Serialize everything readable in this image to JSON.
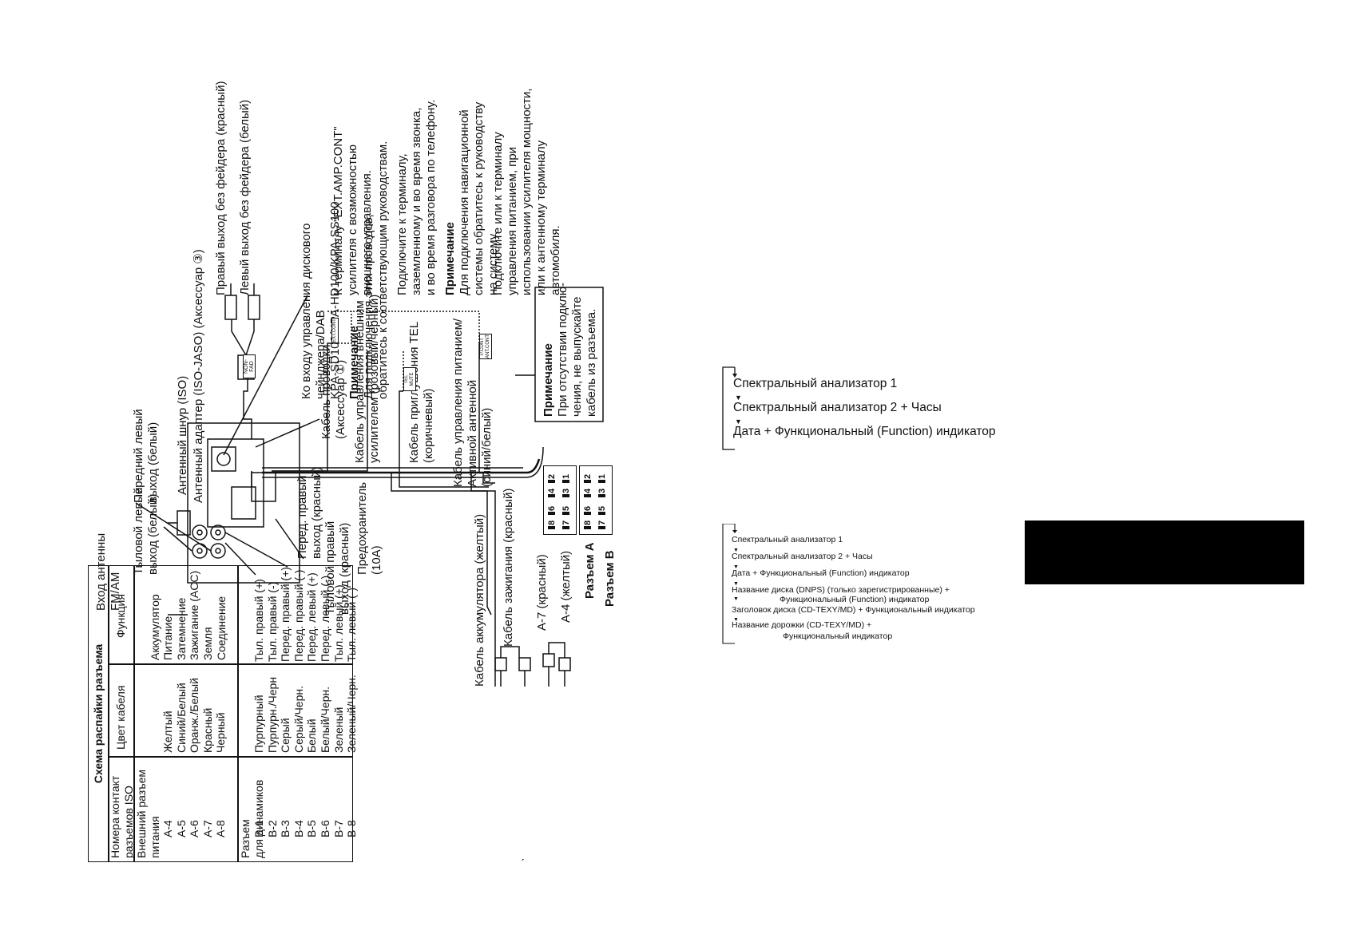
{
  "pinout": {
    "title": "Схема распайки разъема",
    "header": {
      "pin": [
        "Номера контакт",
        "разъемов ISO"
      ],
      "color": "Цвет кабеля",
      "function": "Функция"
    },
    "group_a": [
      "Внешний разъем",
      "питания"
    ],
    "rows_a": [
      {
        "pin": "A-4",
        "color": "Желтый",
        "function": "Аккумулятор"
      },
      {
        "pin": "A-5",
        "color": "Синий/Белый",
        "function": "Питание"
      },
      {
        "pin": "A-6",
        "color": "Оранж./Белый",
        "function": "Затемнение"
      },
      {
        "pin": "A-7",
        "color": "Красный",
        "function": "Зажигание (ACC)"
      },
      {
        "pin": "A-8",
        "color": "Черный",
        "function": "Земля"
      },
      {
        "pin": "",
        "color": "",
        "function": "Соединение"
      }
    ],
    "group_b": [
      "Разъем",
      "для динамиков"
    ],
    "rows_b": [
      {
        "pin": "B-1",
        "color": "Пурпурный",
        "function": "Тыл. правый (+)"
      },
      {
        "pin": "B-2",
        "color": "Пурпурн./Черн",
        "function": "Тыл. правый (-)"
      },
      {
        "pin": "B-3",
        "color": "Серый",
        "function": "Перед. правый (+)"
      },
      {
        "pin": "B-4",
        "color": "Серый/Черн.",
        "function": "Перед. правый (-)"
      },
      {
        "pin": "B-5",
        "color": "Белый",
        "function": "Перед. левый (+)"
      },
      {
        "pin": "B-6",
        "color": "Белый/Черн.",
        "function": "Перед. левый (-)"
      },
      {
        "pin": "B-7",
        "color": "Зеленый",
        "function": "Тыл. левый (+)"
      },
      {
        "pin": "B-8",
        "color": "Зеленый/Черн.",
        "function": "Тыл. левый (-)"
      }
    ]
  },
  "diagram": {
    "antenna_input": [
      "Вход антенны",
      "FM/AM"
    ],
    "antenna_cord": "Антенный шнур (ISO)",
    "antenna_adapter": "Антенный адаптер (ISO-JASO) (Аксессуар ③)",
    "rear_left": [
      "Тыловой левый",
      "выход (белый)"
    ],
    "front_left": [
      "Передний левый",
      "выход (белый)"
    ],
    "non_fad_tag": "NON-FAD",
    "non_fad_right": "Правый выход без фейдера (красный)",
    "non_fad_left": "Левый выход без фейдера (белый)",
    "changer": [
      "Ко входу управления дискового",
      "чейнджера/DAB",
      "KPA-SD100/KPA-HD100/KPA-SS100"
    ],
    "note1_title": "Примечание",
    "note1": [
      "Для подключения этих проводов,",
      "обратитесь к соответствующим руководствам."
    ],
    "front_right": [
      "Перед. правый",
      "выход (красный)"
    ],
    "rear_right": [
      "Тыловой правый",
      "выход (красный)"
    ],
    "harness": [
      "Кабель проводки",
      "(Аксессуар ①)"
    ],
    "fuse": [
      "Предохранитель",
      "(10A)"
    ],
    "ext_amp_cable": [
      "Кабель управления внешним",
      "усилителем (розовый/черный)"
    ],
    "ext_amp_tag": "EXT.CONT",
    "ext_amp_desc": [
      "К терминалу \"EXT.AMP.CONT\"",
      "усилителя с возможностью",
      "внешнего управления."
    ],
    "tel_cable": [
      "Кабель приглушения TEL",
      "(коричневый)"
    ],
    "tel_tag": "TEL MUTE",
    "tel_desc": [
      "Подключите к терминалу,",
      "заземленному и во время звонка,",
      "и во время разговора по телефону."
    ],
    "note2_title": "Примечание",
    "note2": [
      "Для подключения навигационной",
      "системы обратитесь к руководству",
      "на систему."
    ],
    "power_cable": [
      "Кабель управления питанием/",
      "Активной антенной",
      "(синий/белый)"
    ],
    "p_cont_tag": [
      "P.CONT",
      "ANT.CONT"
    ],
    "power_desc": [
      "Подключите или к терминалу",
      "управления питанием, при",
      "использовании усилителя мощности,",
      "или к антенному терминалу",
      "автомобиля."
    ],
    "note3_title": "Примечание",
    "note3": [
      "При отсутствии подклю-",
      "чения, не выпускайте",
      "кабель из разъема."
    ],
    "battery_cable": "Кабель аккумулятора (желтый)",
    "ignition_cable": "Кабель зажигания (красный)",
    "a7": "A-7 (красный)",
    "a4": "A-4 (желтый)",
    "connector_a": "Разъем A",
    "connector_b": "Разъем B",
    "pins_top": [
      "8",
      "6",
      "4",
      "2"
    ],
    "pins_bottom": [
      "7",
      "5",
      "3",
      "1"
    ]
  },
  "menu1": {
    "items": [
      "Спектральный анализатор 1",
      "Спектральный анализатор 2 + Часы",
      "Дата + Функциональный (Function) индикатор"
    ]
  },
  "menu2": {
    "items": [
      "Спектральный анализатор 1",
      "Спектральный анализатор 2 + Часы",
      "Дата + Функциональный (Function) индикатор",
      "Название диска (DNPS) (только зарегистрированные) +",
      "Функциональный (Function) индикатор",
      "Заголовок диска (CD-TEXY/MD) + Функциональный индикатор",
      "Название дорожки (CD-TEXY/MD) +",
      "Функциональный индикатор"
    ]
  },
  "stray_mark": "ˏ"
}
